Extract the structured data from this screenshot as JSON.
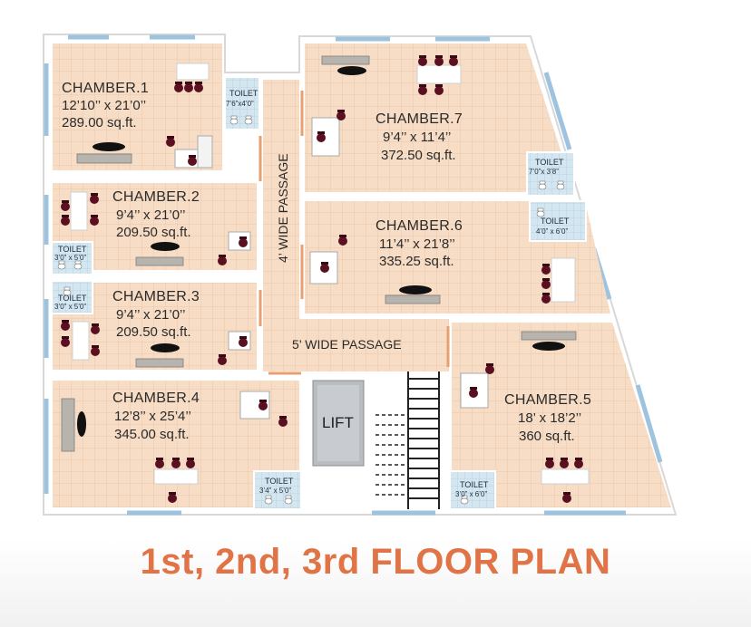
{
  "rooms": {
    "chamber1": {
      "name": "CHAMBER.1",
      "dim": "12’10’’ x 21’0’’",
      "area": "289.00 sq.ft."
    },
    "chamber2": {
      "name": "CHAMBER.2",
      "dim": "9’4’’ x 21’0’’",
      "area": "209.50 sq.ft."
    },
    "chamber3": {
      "name": "CHAMBER.3",
      "dim": "9’4’’ x 21’0’’",
      "area": "209.50 sq.ft."
    },
    "chamber4": {
      "name": "CHAMBER.4",
      "dim": "12’8’’ x 25’4’’",
      "area": "345.00 sq.ft."
    },
    "chamber5": {
      "name": "CHAMBER.5",
      "dim": "18’ x 18’2’’",
      "area": "360 sq.ft."
    },
    "chamber6": {
      "name": "CHAMBER.6",
      "dim": "11’4’’ x 21’8’’",
      "area": "335.25 sq.ft."
    },
    "chamber7": {
      "name": "CHAMBER.7",
      "dim": "9’4’’ x 11’4’’",
      "area": "372.50 sq.ft."
    }
  },
  "toilets": {
    "t_ch1": {
      "label": "TOILET",
      "dim": "7’6”x4’0”"
    },
    "t_ch2": {
      "label": "TOILET",
      "dim": "3’0” x 5’0”"
    },
    "t_ch3": {
      "label": "TOILET",
      "dim": "3’0” x 5’0”"
    },
    "t_ch4": {
      "label": "TOILET",
      "dim": "3’4” x 5’0”"
    },
    "t_ch5": {
      "label": "TOILET",
      "dim": "3’0” x 6’0”"
    },
    "t_ch6": {
      "label": "TOILET",
      "dim": "4’0” x 6’0”"
    },
    "t_ch7": {
      "label": "TOILET",
      "dim": "7’0”x 3’8”"
    }
  },
  "passages": {
    "vertical": "4’ WIDE PASSAGE",
    "horizontal": "5’ WIDE PASSAGE"
  },
  "lift": "LIFT",
  "caption": "1st, 2nd, 3rd FLOOR PLAN",
  "colors": {
    "floor": "#f7ddc6",
    "grid": "#e6c3a6",
    "wall": "#ffffff",
    "window": "#9ec3de",
    "toilet_floor": "#cfe3ee",
    "caption": "#e07446"
  }
}
